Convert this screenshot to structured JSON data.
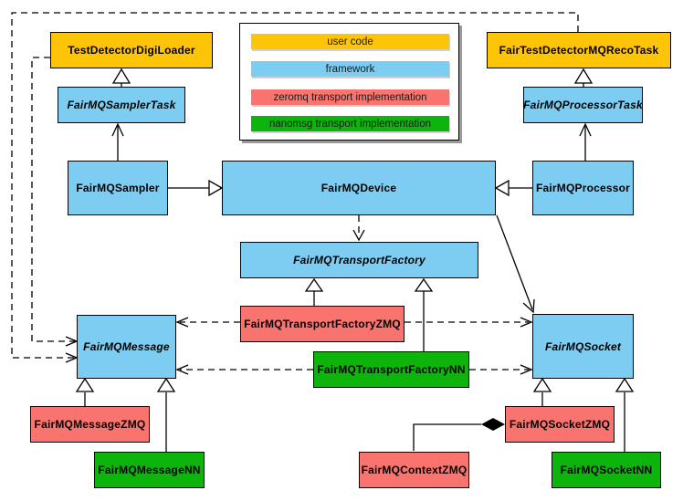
{
  "legend": {
    "items": [
      {
        "label": "user code",
        "color": "#fdc408"
      },
      {
        "label": "framework",
        "color": "#7dcdf2"
      },
      {
        "label": "zeromq transport implementation",
        "color": "#f9746e"
      },
      {
        "label": "nanomsg transport implementation",
        "color": "#0cb40c"
      }
    ]
  },
  "colors": {
    "user_code": "#fdc408",
    "framework": "#7dcdf2",
    "zeromq": "#f9746e",
    "nanomsg": "#0cb40c",
    "line": "#000000"
  },
  "nodes": [
    {
      "label": "TestDetectorDigiLoader",
      "category": "user_code",
      "abstract": false,
      "color": "#fdc408"
    },
    {
      "label": "FairTestDetectorMQRecoTask",
      "category": "user_code",
      "abstract": false,
      "color": "#fdc408"
    },
    {
      "label": "FairMQSamplerTask",
      "category": "framework",
      "abstract": true,
      "color": "#7dcdf2"
    },
    {
      "label": "FairMQProcessorTask",
      "category": "framework",
      "abstract": true,
      "color": "#7dcdf2"
    },
    {
      "label": "FairMQSampler",
      "category": "framework",
      "abstract": false,
      "color": "#7dcdf2"
    },
    {
      "label": "FairMQDevice",
      "category": "framework",
      "abstract": false,
      "color": "#7dcdf2"
    },
    {
      "label": "FairMQProcessor",
      "category": "framework",
      "abstract": false,
      "color": "#7dcdf2"
    },
    {
      "label": "FairMQTransportFactory",
      "category": "framework",
      "abstract": true,
      "color": "#7dcdf2"
    },
    {
      "label": "FairMQTransportFactoryZMQ",
      "category": "zeromq",
      "abstract": false,
      "color": "#f9746e"
    },
    {
      "label": "FairMQTransportFactoryNN",
      "category": "nanomsg",
      "abstract": false,
      "color": "#0cb40c"
    },
    {
      "label": "FairMQMessage",
      "category": "framework",
      "abstract": true,
      "color": "#7dcdf2"
    },
    {
      "label": "FairMQSocket",
      "category": "framework",
      "abstract": true,
      "color": "#7dcdf2"
    },
    {
      "label": "FairMQMessageZMQ",
      "category": "zeromq",
      "abstract": false,
      "color": "#f9746e"
    },
    {
      "label": "FairMQMessageNN",
      "category": "nanomsg",
      "abstract": false,
      "color": "#0cb40c"
    },
    {
      "label": "FairMQContextZMQ",
      "category": "zeromq",
      "abstract": false,
      "color": "#f9746e"
    },
    {
      "label": "FairMQSocketZMQ",
      "category": "zeromq",
      "abstract": false,
      "color": "#f9746e"
    },
    {
      "label": "FairMQSocketNN",
      "category": "nanomsg",
      "abstract": false,
      "color": "#0cb40c"
    }
  ],
  "edges": [
    {
      "source": "FairMQSamplerTask",
      "target": "TestDetectorDigiLoader",
      "style": "solid",
      "head": "hollow-triangle"
    },
    {
      "source": "FairMQProcessorTask",
      "target": "FairTestDetectorMQRecoTask",
      "style": "solid",
      "head": "hollow-triangle"
    },
    {
      "source": "FairMQSampler",
      "target": "FairMQSamplerTask",
      "style": "solid",
      "head": "open-arrow"
    },
    {
      "source": "FairMQProcessor",
      "target": "FairMQProcessorTask",
      "style": "solid",
      "head": "open-arrow"
    },
    {
      "source": "FairMQSampler",
      "target": "FairMQDevice",
      "style": "solid",
      "head": "hollow-triangle"
    },
    {
      "source": "FairMQProcessor",
      "target": "FairMQDevice",
      "style": "solid",
      "head": "hollow-triangle"
    },
    {
      "source": "FairMQDevice",
      "target": "FairMQTransportFactory",
      "style": "dashed",
      "head": "open-arrow"
    },
    {
      "source": "FairMQDevice",
      "target": "FairMQSocket",
      "style": "solid",
      "head": "open-arrow"
    },
    {
      "source": "FairMQTransportFactoryZMQ",
      "target": "FairMQTransportFactory",
      "style": "solid",
      "head": "hollow-triangle"
    },
    {
      "source": "FairMQTransportFactoryNN",
      "target": "FairMQTransportFactory",
      "style": "solid",
      "head": "hollow-triangle"
    },
    {
      "source": "FairMQTransportFactoryZMQ",
      "target": "FairMQMessage",
      "style": "dashed",
      "head": "open-arrow"
    },
    {
      "source": "FairMQTransportFactoryZMQ",
      "target": "FairMQSocket",
      "style": "dashed",
      "head": "open-arrow"
    },
    {
      "source": "FairMQTransportFactoryNN",
      "target": "FairMQMessage",
      "style": "dashed",
      "head": "open-arrow"
    },
    {
      "source": "FairMQTransportFactoryNN",
      "target": "FairMQSocket",
      "style": "dashed",
      "head": "open-arrow"
    },
    {
      "source": "TestDetectorDigiLoader",
      "target": "FairMQMessage",
      "style": "dashed",
      "head": "open-arrow"
    },
    {
      "source": "FairTestDetectorMQRecoTask",
      "target": "FairMQMessage",
      "style": "dashed",
      "head": "open-arrow"
    },
    {
      "source": "FairMQMessageZMQ",
      "target": "FairMQMessage",
      "style": "solid",
      "head": "hollow-triangle"
    },
    {
      "source": "FairMQMessageNN",
      "target": "FairMQMessage",
      "style": "solid",
      "head": "hollow-triangle"
    },
    {
      "source": "FairMQSocketZMQ",
      "target": "FairMQSocket",
      "style": "solid",
      "head": "hollow-triangle"
    },
    {
      "source": "FairMQSocketNN",
      "target": "FairMQSocket",
      "style": "solid",
      "head": "hollow-triangle"
    },
    {
      "source": "FairMQContextZMQ",
      "target": "FairMQSocketZMQ",
      "style": "solid",
      "head": "filled-diamond"
    }
  ]
}
